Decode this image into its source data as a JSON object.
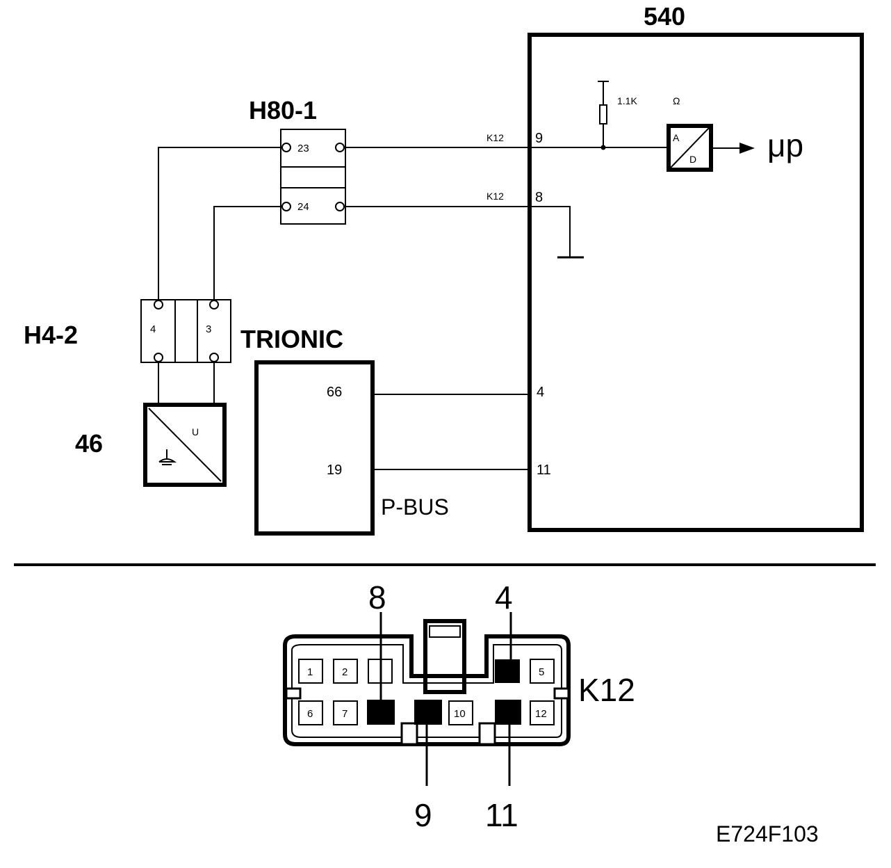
{
  "labels": {
    "module_540": "540",
    "h80": "H80-1",
    "h4": "H4-2",
    "trionic": "TRIONIC",
    "sensor_46": "46",
    "pbus": "P-BUS",
    "k12_label": "K12",
    "figure_code": "E724F103",
    "resistor": "1.1K",
    "ohm": "Ω",
    "mu_p": "μp",
    "adc_a": "A",
    "adc_d": "D",
    "sensor_u": "U"
  },
  "connectors": {
    "h80_pins": [
      "23",
      "24"
    ],
    "h4_pins": [
      "4",
      "3"
    ],
    "trionic_pins": [
      "66",
      "19"
    ],
    "module_pins": [
      "9",
      "8",
      "4",
      "11"
    ],
    "wire_tag_9": "K12",
    "wire_tag_8": "K12"
  },
  "k12": {
    "cavities_top": [
      "1",
      "2",
      "5"
    ],
    "cavities_bottom": [
      "6",
      "7",
      "10",
      "12"
    ],
    "callouts_top": [
      "8",
      "4"
    ],
    "callouts_bottom": [
      "9",
      "11"
    ]
  }
}
